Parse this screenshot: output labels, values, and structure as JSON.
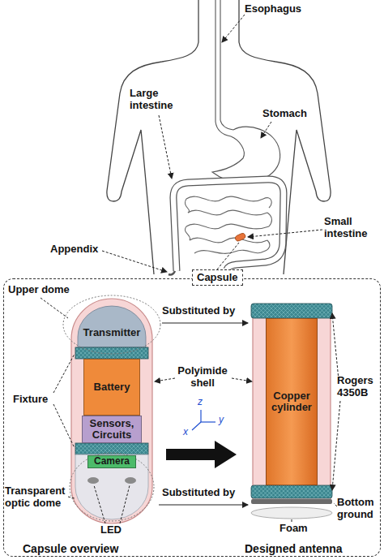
{
  "diagram": {
    "nodes": [
      {
        "text": [
          "Capsule"
        ]
      },
      {
        "text": [
          "Transmitter"
        ],
        "in": 0
      },
      {
        "text": [
          "Battery"
        ],
        "in": 0
      },
      {
        "text": [
          "Sensors, Circuits"
        ],
        "in": 0
      },
      {
        "text": [
          "Camera"
        ],
        "in": 0
      },
      {
        "text": [
          "Copper cylinder"
        ],
        "in": 0
      }
    ],
    "labels": [
      "Esophagus",
      "Large intestine",
      "Stomach",
      "Small intestine",
      "Appendix",
      "Upper dome",
      "Substituted by",
      "Polyimide shell",
      "Rogers 4350B",
      "Fixture",
      "z",
      "y",
      "x",
      "Transparent optic dome",
      "LED",
      "Substituted by",
      "Bottom ground",
      "Foam",
      "Capsule overview",
      "Designed antenna"
    ]
  }
}
